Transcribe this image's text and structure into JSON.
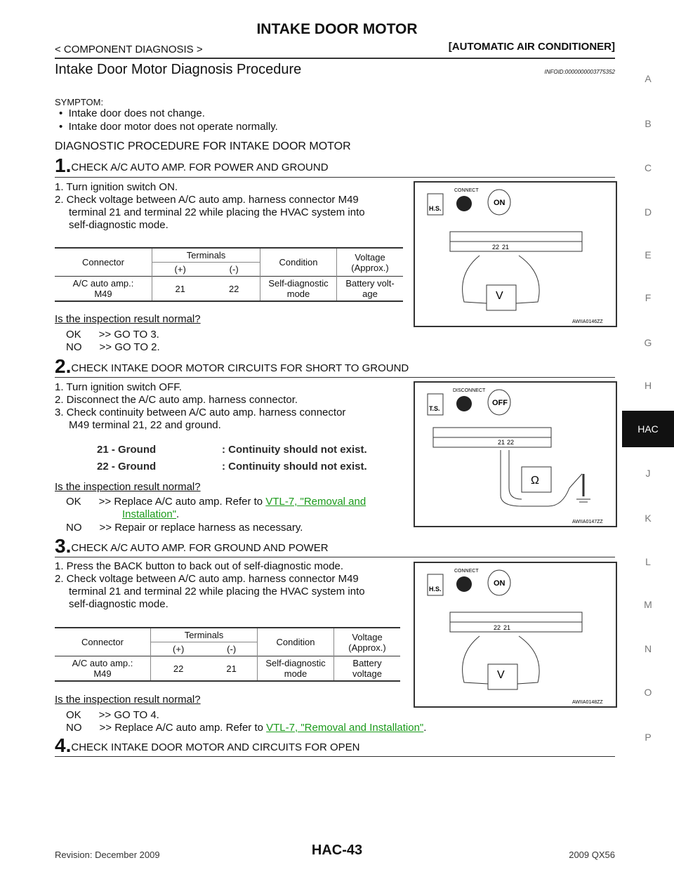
{
  "header": {
    "title": "INTAKE DOOR MOTOR",
    "crumb_left": "< COMPONENT DIAGNOSIS >",
    "crumb_right": "[AUTOMATIC AIR CONDITIONER]"
  },
  "section": {
    "title": "Intake Door Motor Diagnosis Procedure",
    "infoid": "INFOID:0000000003775352"
  },
  "symptom": {
    "label": "SYMPTOM:",
    "items": [
      "Intake door does not change.",
      "Intake door motor does not operate normally."
    ]
  },
  "procedure_title": "DIAGNOSTIC PROCEDURE FOR INTAKE DOOR MOTOR",
  "step1": {
    "num": "1.",
    "title": "CHECK A/C AUTO AMP. FOR POWER AND GROUND",
    "lines": [
      "1. Turn ignition switch ON.",
      "2. Check voltage between A/C auto amp. harness connector M49",
      "terminal 21 and terminal 22 while placing the HVAC system into",
      "self-diagnostic mode."
    ],
    "table": {
      "h_connector": "Connector",
      "h_terminals": "Terminals",
      "h_condition": "Condition",
      "h_voltage1": "Voltage",
      "h_voltage2": "(Approx.)",
      "h_plus": "(+)",
      "h_minus": "(-)",
      "c1": "A/C auto amp.:",
      "c2": "M49",
      "plus": "21",
      "minus": "22",
      "cond1": "Self-diagnostic",
      "cond2": "mode",
      "volt1": "Battery volt-",
      "volt2": "age"
    },
    "question": "Is the inspection result normal?",
    "ok": "OK      >> GO TO 3.",
    "no": "NO      >> GO TO 2.",
    "fig": "AWIIA0146ZZ"
  },
  "step2": {
    "num": "2.",
    "title": "CHECK INTAKE DOOR MOTOR CIRCUITS FOR SHORT TO GROUND",
    "lines": [
      "1. Turn ignition switch OFF.",
      "2. Disconnect the A/C auto amp. harness connector.",
      "3. Check continuity between A/C auto amp. harness connector",
      "M49 terminal 21, 22 and ground."
    ],
    "cont1_l": "21 - Ground",
    "cont1_r": ": Continuity should not exist.",
    "cont2_l": "22 - Ground",
    "cont2_r": ": Continuity should not exist.",
    "question": "Is the inspection result normal?",
    "ok_a": "OK      >> Replace A/C auto amp. Refer to ",
    "ok_link1": "VTL-7, \"Removal and",
    "ok_link2": "Installation\"",
    "ok_end": ".",
    "no": "NO      >> Repair or replace harness as necessary.",
    "fig": "AWIIA0147ZZ"
  },
  "step3": {
    "num": "3.",
    "title": "CHECK A/C AUTO AMP. FOR GROUND AND POWER",
    "lines": [
      "1. Press the BACK button to back out of self-diagnostic mode.",
      "2. Check voltage between A/C auto amp. harness connector M49",
      "terminal 21 and terminal 22 while placing the HVAC system into",
      "self-diagnostic mode."
    ],
    "table": {
      "h_connector": "Connector",
      "h_terminals": "Terminals",
      "h_condition": "Condition",
      "h_voltage1": "Voltage",
      "h_voltage2": "(Approx.)",
      "h_plus": "(+)",
      "h_minus": "(-)",
      "c1": "A/C auto amp.:",
      "c2": "M49",
      "plus": "22",
      "minus": "21",
      "cond1": "Self-diagnostic",
      "cond2": "mode",
      "volt1": "Battery",
      "volt2": "voltage"
    },
    "question": "Is the inspection result normal?",
    "ok": "OK      >> GO TO 4.",
    "no_a": "NO      >> Replace A/C auto amp. Refer to ",
    "no_link": "VTL-7, \"Removal and Installation\"",
    "no_end": ".",
    "fig": "AWIIA0148ZZ"
  },
  "step4": {
    "num": "4.",
    "title": "CHECK INTAKE DOOR MOTOR AND CIRCUITS FOR OPEN"
  },
  "figure_labels": {
    "connect": "CONNECT",
    "disconnect": "DISCONNECT",
    "hs": "H.S.",
    "ts": "T.S.",
    "on": "ON",
    "off": "OFF",
    "t22": "22",
    "t21": "21",
    "volt": "V",
    "ohm": "Ω"
  },
  "sidebar": [
    "A",
    "B",
    "C",
    "D",
    "E",
    "F",
    "G",
    "H",
    "HAC",
    "J",
    "K",
    "L",
    "M",
    "N",
    "O",
    "P"
  ],
  "footer": {
    "revision": "Revision: December 2009",
    "page": "HAC-43",
    "model": "2009 QX56"
  }
}
